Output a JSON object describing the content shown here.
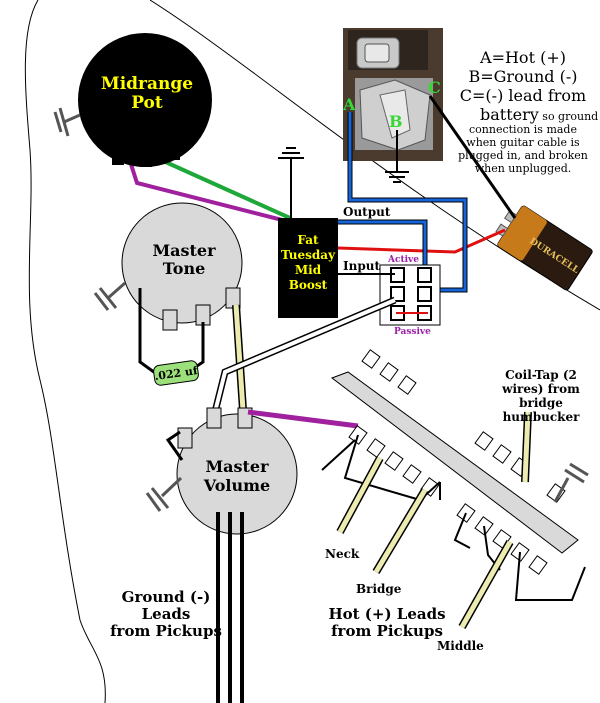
{
  "pots": {
    "midrange": {
      "line1": "Midrange",
      "line2": "Pot"
    },
    "tone": {
      "line1": "Master",
      "line2": "Tone"
    },
    "volume": {
      "line1": "Master",
      "line2": "Volume"
    }
  },
  "boost": {
    "line1": "Fat",
    "line2": "Tuesday",
    "line3": "Mid",
    "line4": "Boost"
  },
  "io": {
    "output": "Output",
    "input": "Input"
  },
  "switch": {
    "active": "Active",
    "passive": "Passive"
  },
  "capacitor": {
    "value": ".022 uf"
  },
  "battery": {
    "brand": "DURACELL"
  },
  "jack": {
    "label_a": "A",
    "label_b": "B",
    "label_c": "C",
    "legend_1": "A=Hot (+)",
    "legend_2": "B=Ground (-)",
    "legend_3": "C=(-) lead from",
    "legend_4_big": "battery",
    "legend_4_small": " so ground",
    "legend_5": "connection is made",
    "legend_6": "when guitar cable is",
    "legend_7": "plugged in, and broken",
    "legend_8": "when unplugged."
  },
  "coil_tap": {
    "line1": "Coil-Tap (2",
    "line2": "wires) from",
    "line3": "bridge",
    "line4": "humbucker"
  },
  "pickup_labels": {
    "neck": "Neck",
    "bridge": "Bridge",
    "middle": "Middle"
  },
  "ground_leads": {
    "line1": "Ground (-)",
    "line2": "Leads",
    "line3": "from Pickups"
  },
  "hot_leads": {
    "line1": "Hot (+) Leads",
    "line2": "from Pickups"
  },
  "colors": {
    "green": "#1fa83a",
    "purple": "#a0219e",
    "blue": "#1565d8",
    "red": "#e01010",
    "pot": "#d9d9d9",
    "wire_cream": "#ecebb0",
    "accent_label": "#9b1fa8"
  }
}
